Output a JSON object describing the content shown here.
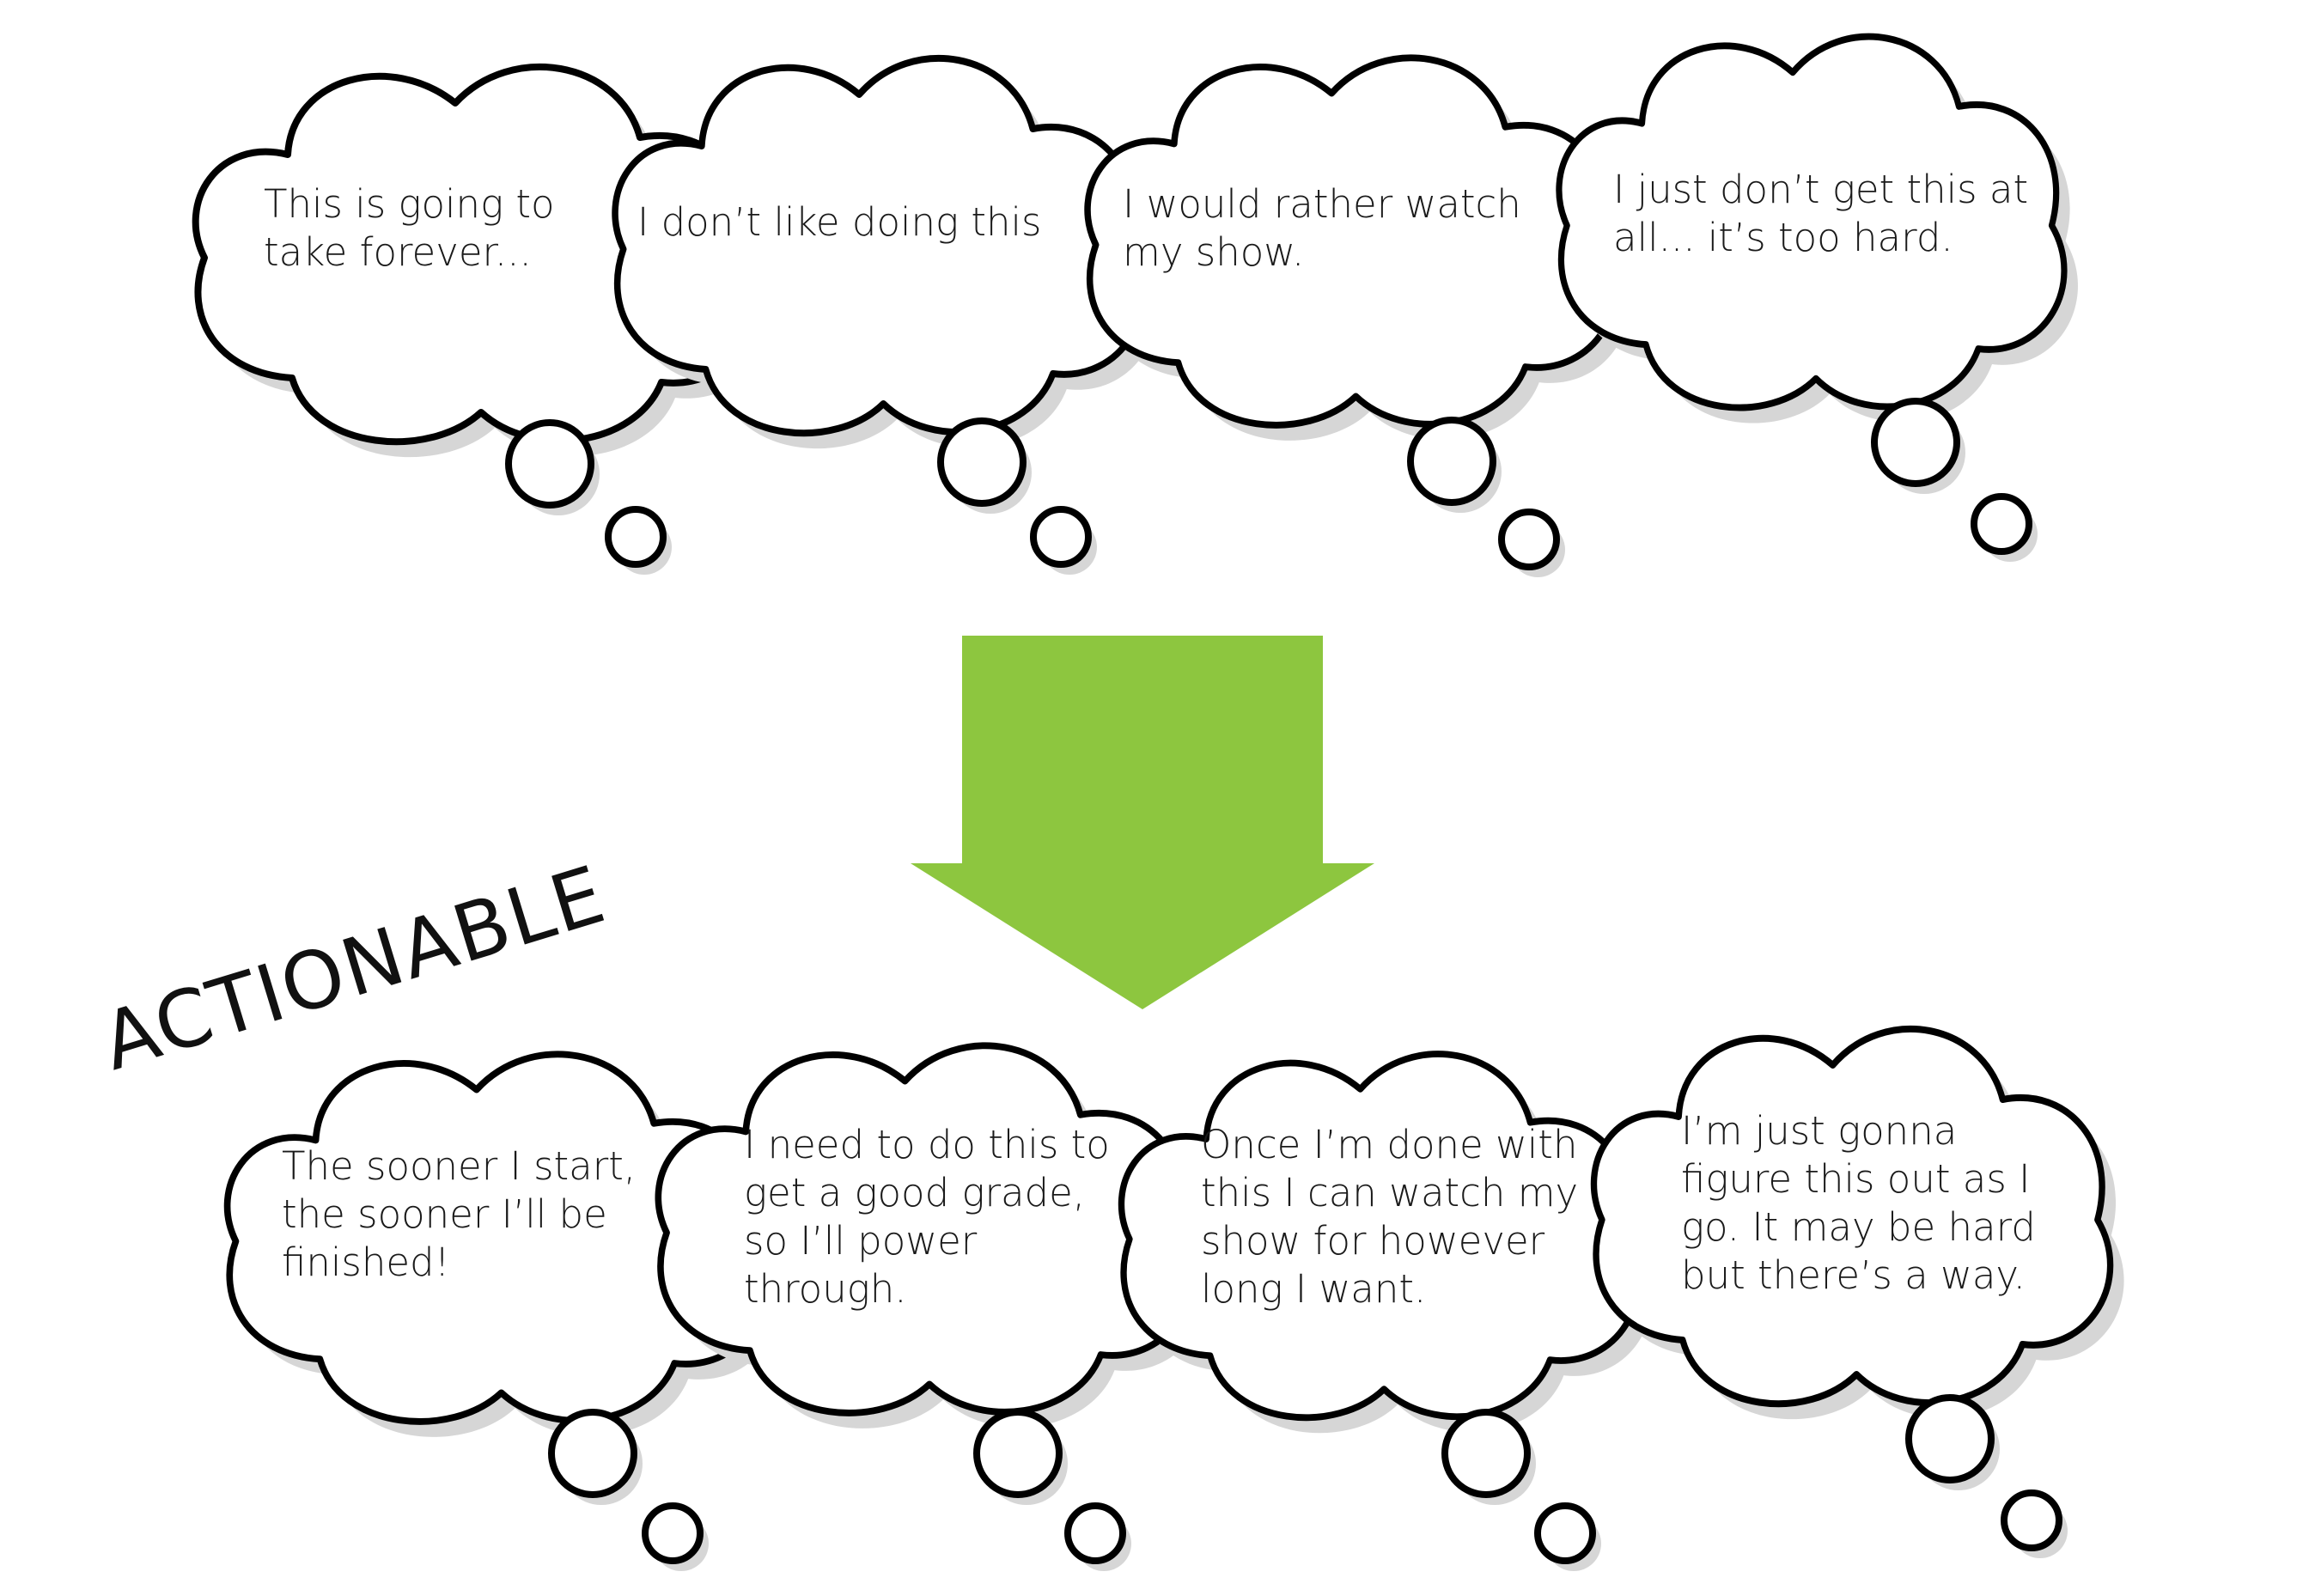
{
  "colors": {
    "arrow": "#8dc63f",
    "cloud_fill": "#ffffff",
    "cloud_stroke": "#000000",
    "cloud_shadow": "#d6d6d6"
  },
  "top_row": [
    {
      "text": "This is going to\ntake forever..."
    },
    {
      "text": "I don’t like doing this"
    },
    {
      "text": "I would rather watch\nmy show."
    },
    {
      "text": "I just don’t get this at\nall... it’s too hard."
    }
  ],
  "label": {
    "text": "ACTIONABLE"
  },
  "bottom_row": [
    {
      "text": "The sooner I start,\nthe sooner I’ll be\nfinished!"
    },
    {
      "text": "I need to do this to\nget a good grade,\nso I’ll power\nthrough."
    },
    {
      "text": "Once I’m done with\nthis I can watch my\nshow for however\nlong I want."
    },
    {
      "text": "I’m just gonna\nfigure this out as I\ngo. It may be hard\nbut there’s a way."
    }
  ],
  "icons": {
    "arrow": "down-arrow-icon",
    "cloud": "thought-cloud-icon"
  }
}
